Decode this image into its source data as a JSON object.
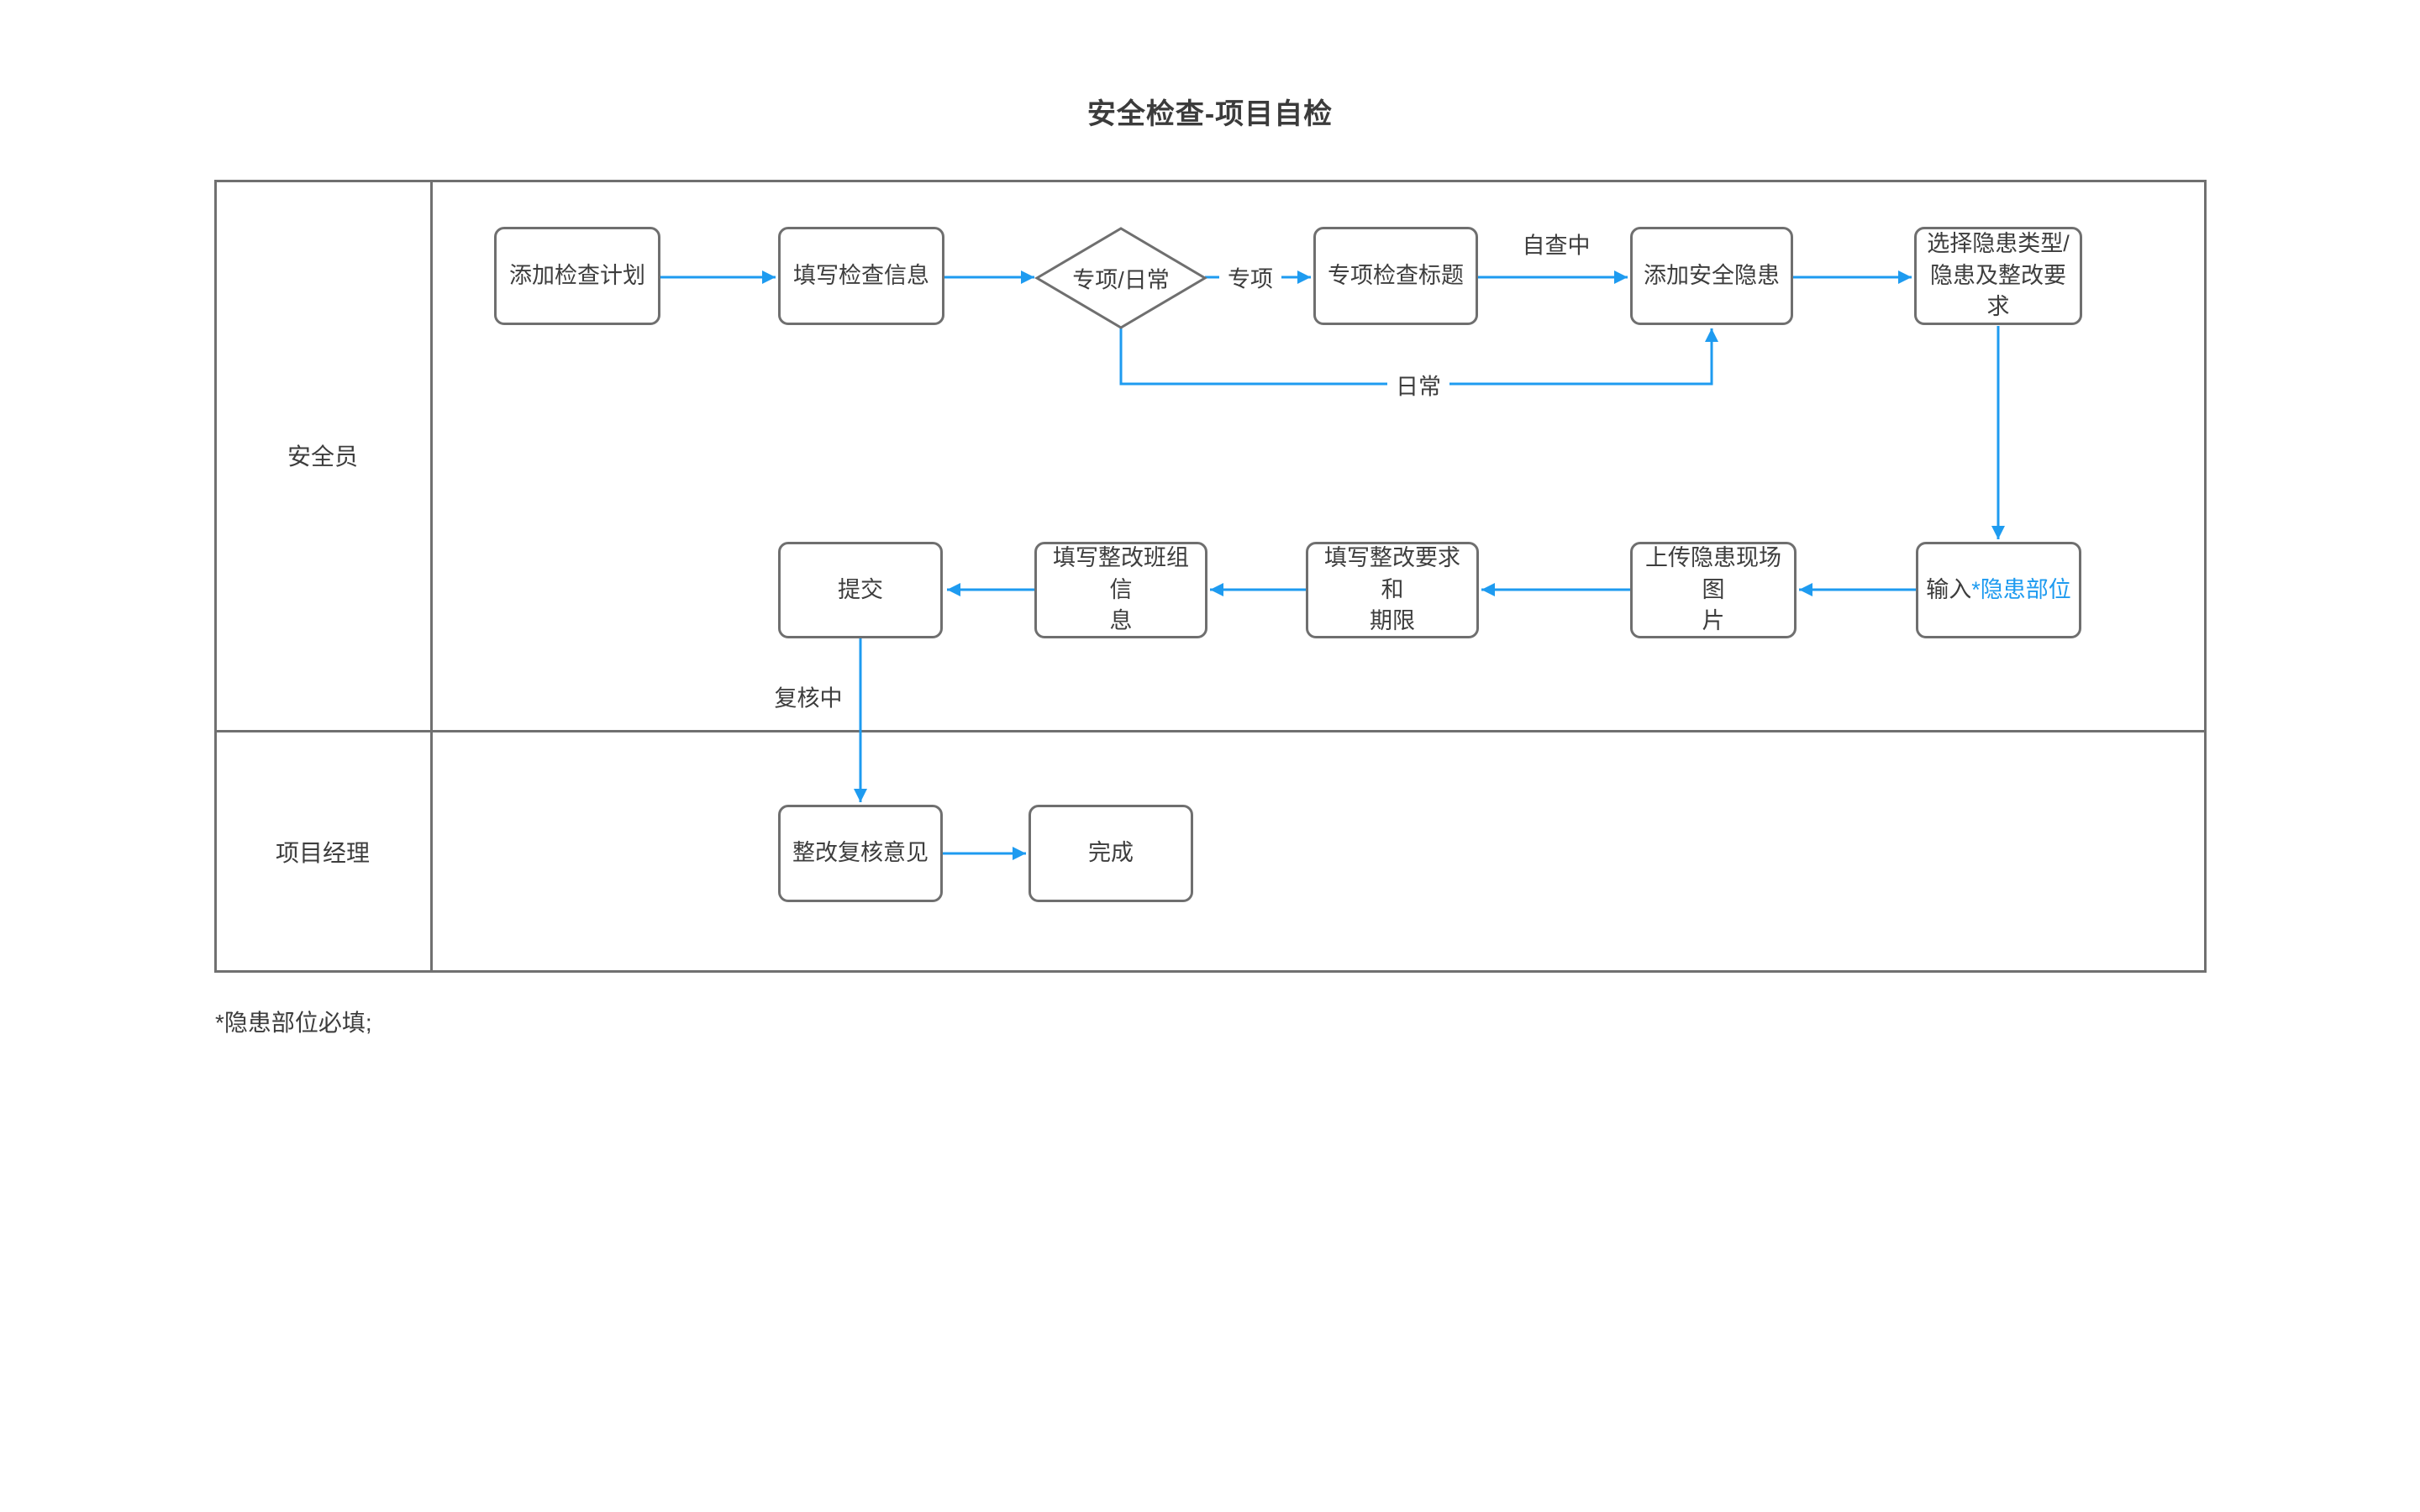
{
  "title": "安全检查-项目自检",
  "footnote": "*隐患部位必填;",
  "colors": {
    "connector_blue": "#1e9bf0",
    "shape_border_gray": "#6f6f6f",
    "lane_border_gray": "#707070",
    "text_gray": "#3d3d3d",
    "required_field_blue": "#1e9bf0"
  },
  "lanes": [
    {
      "label": "安全员"
    },
    {
      "label": "项目经理"
    }
  ],
  "nodes": {
    "add_plan": "添加检查计划",
    "fill_info": "填写检查信息",
    "decision": "专项/日常",
    "special_title": "专项检查标题",
    "add_hazard": "添加安全隐患",
    "select_type": "选择隐患类型/\n隐患及整改要求",
    "input_location_prefix": "输入",
    "input_location_required": "*隐患部位",
    "upload_photo": "上传隐患现场图\n片",
    "fill_requirement": "填写整改要求和\n期限",
    "fill_team": "填写整改班组信\n息",
    "submit": "提交",
    "review_opinion": "整改复核意见",
    "done": "完成"
  },
  "edge_labels": {
    "special": "专项",
    "daily": "日常",
    "self_checking": "自查中",
    "reviewing": "复核中"
  }
}
